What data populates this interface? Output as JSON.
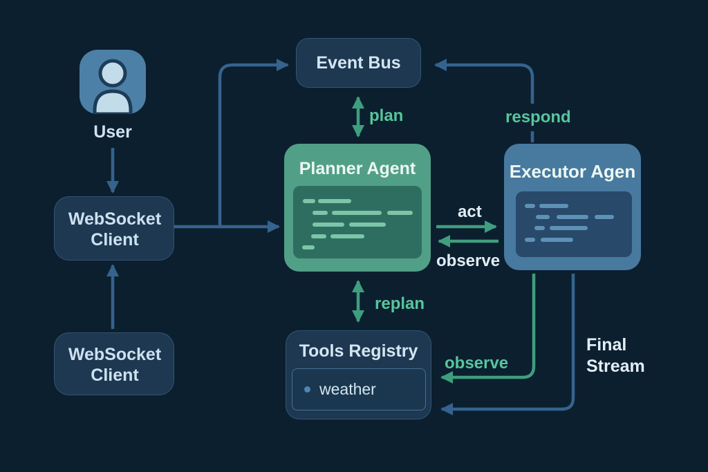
{
  "diagram": {
    "nodes": {
      "user": {
        "label": "User"
      },
      "websocket_client_top": {
        "label": "WebSocket Client"
      },
      "websocket_client_bottom": {
        "label": "WebSocket Client"
      },
      "event_bus": {
        "label": "Event Bus"
      },
      "planner_agent": {
        "label": "Planner Agent"
      },
      "executor_agent": {
        "label": "Executor Agen"
      },
      "tools_registry": {
        "label": "Tools Registry",
        "tools": [
          {
            "label": "weather"
          }
        ]
      }
    },
    "edge_labels": {
      "plan": "plan",
      "respond": "respond",
      "act": "act",
      "observe_planner": "observe",
      "replan": "replan",
      "observe_tools": "observe",
      "final_stream": "Final Stream"
    },
    "colors": {
      "background": "#0c1f2f",
      "node_navy": "#1d3850",
      "node_green": "#519f87",
      "node_green_inner": "#2e6e60",
      "node_blue": "#48799f",
      "node_blue_inner": "#29496a",
      "arrow_blue": "#35638e",
      "arrow_green": "#3f9e7e",
      "label_green": "#57c69c",
      "label_light": "#d9e9f4"
    }
  }
}
